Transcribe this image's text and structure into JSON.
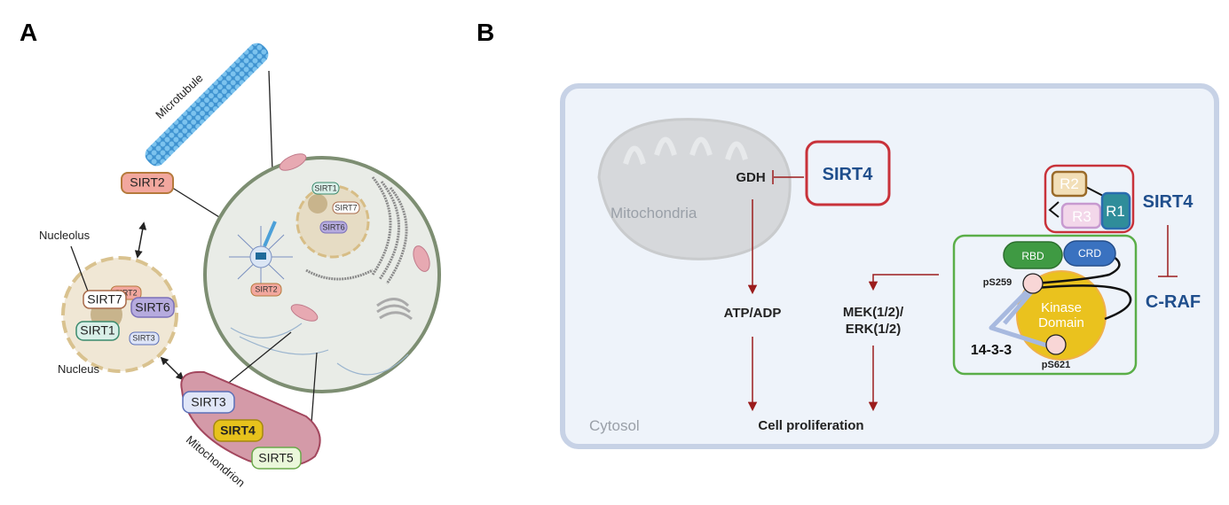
{
  "panels": {
    "a": "A",
    "b": "B"
  },
  "panel_a": {
    "microtubule": "Microtubule",
    "nucleolus": "Nucleolus",
    "nucleus": "Nucleus",
    "mitochondrion": "Mitochondrion",
    "sirt2_top": "SIRT2",
    "nucleus_sirts": {
      "sirt2": "SIRT2",
      "sirt7": "SIRT7",
      "sirt6": "SIRT6",
      "sirt1": "SIRT1",
      "sirt3": "SIRT3"
    },
    "cell_sirts": {
      "sirt1": "SIRT1",
      "sirt7": "SIRT7",
      "sirt6": "SIRT6",
      "sirt2": "SIRT2"
    },
    "mito_sirts": {
      "sirt3": "SIRT3",
      "sirt4": "SIRT4",
      "sirt5": "SIRT5"
    }
  },
  "panel_b": {
    "mitochondria": "Mitochondria",
    "cytosol": "Cytosol",
    "sirt4_box": "SIRT4",
    "gdh": "GDH",
    "atp_adp": "ATP/ADP",
    "mek": "MEK(1/2)/",
    "erk": "ERK(1/2)",
    "cell_proliferation": "Cell proliferation",
    "sirt4_domains": {
      "r1": "R1",
      "r2": "R2",
      "r3": "R3"
    },
    "sirt4_label": "SIRT4",
    "craf_label": "C-RAF",
    "craf": {
      "rbd": "RBD",
      "crd": "CRD",
      "kinase1": "Kinase",
      "kinase2": "Domain",
      "ps259": "pS259",
      "ps621": "pS621",
      "protein_1433": "14-3-3"
    }
  },
  "colors": {
    "arrow": "#9b1c1c",
    "sirt4_text": "#1f4e8c",
    "sirt4_box": "#c8323a",
    "craf_box": "#5aae48"
  }
}
